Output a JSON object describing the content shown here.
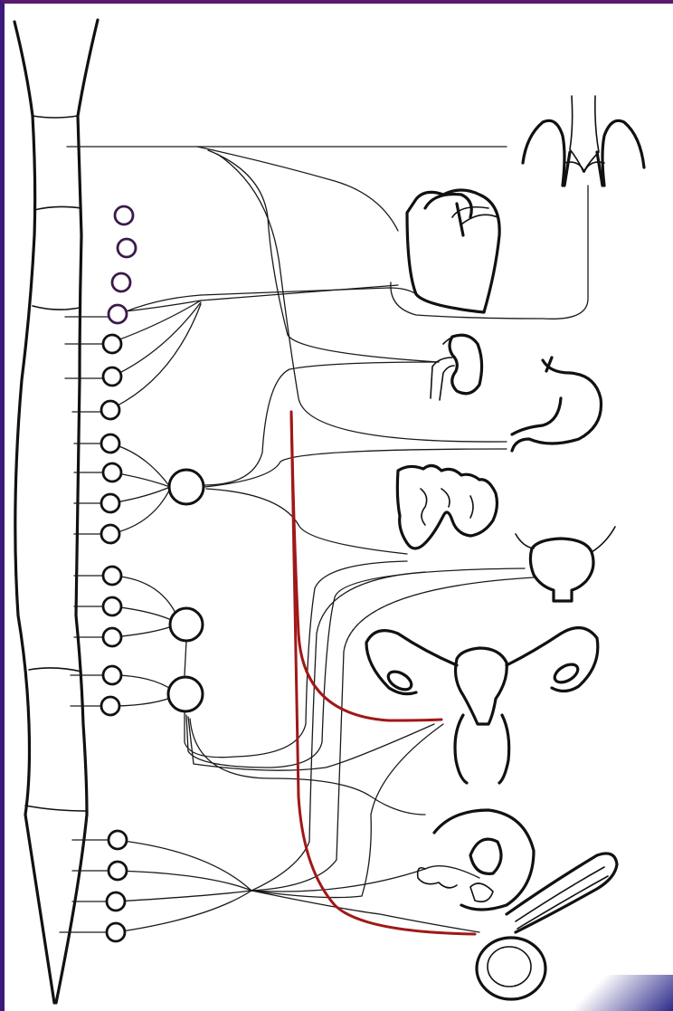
{
  "diagram": {
    "colors": {
      "frame": "#5a1a6e",
      "nerve": "#1a1a1a",
      "pelvic_nerve": "#a01818",
      "cranial_ganglia": "#3a1a4a"
    },
    "organs": [
      "lungs-trachea",
      "heart",
      "kidney",
      "stomach",
      "intestine",
      "bladder",
      "uterus",
      "male-genitalia"
    ],
    "chain_ganglia_count": 19,
    "prevertebral_ganglia_count": 3
  }
}
